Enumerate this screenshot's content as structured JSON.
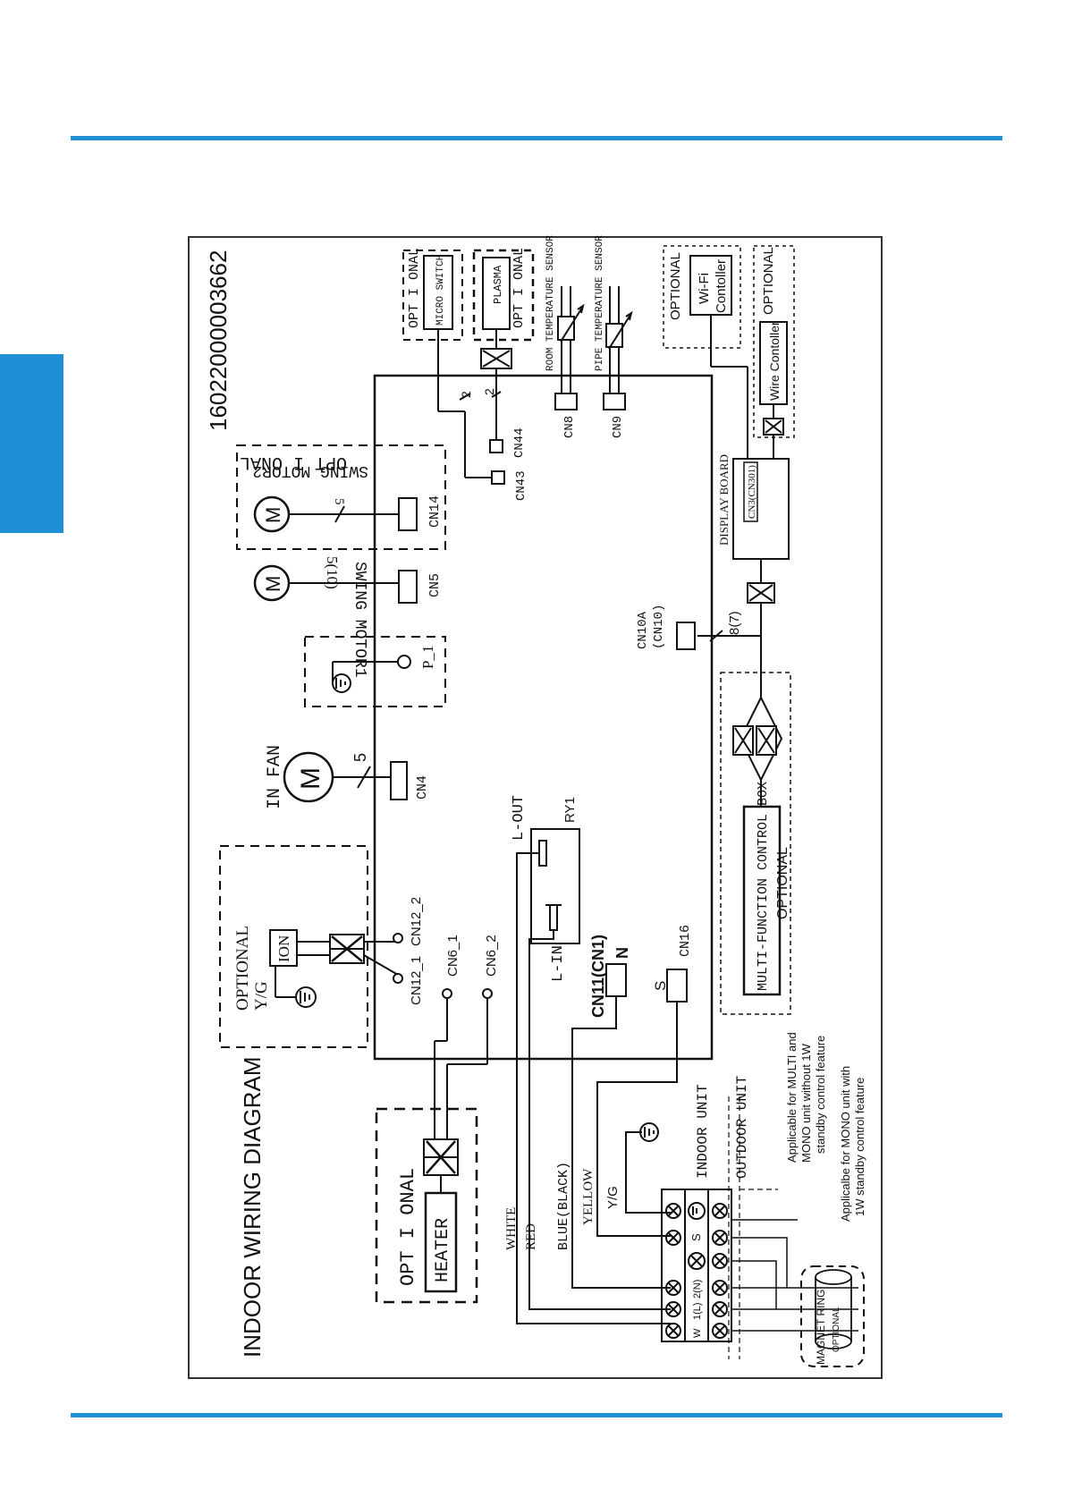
{
  "page": {
    "accent_color": "#1e8fd5"
  },
  "diagram": {
    "part_number": "16022000003662",
    "title": "INDOOR WIRING DIAGRAM",
    "labels": {
      "optional": "OPTIONAL",
      "optional_spaced": "OPT I ONAL",
      "optional_micro": "OPT I ONAL",
      "optional_plasma": "OPT I ONAL",
      "optional_swing2": "OPT I ONAL",
      "optional_wifi": "OPTIONAL",
      "optional_wire": "OPTIONAL",
      "optional_mfcb": "OPTIONAL",
      "optional_ion": "OPTIONAL",
      "optional_magnet": "OPTIONAL",
      "heater": "HEATER",
      "micro_switch": "MICRO SWITCH",
      "plasma": "PLASMA",
      "room_temp_sensor": "ROOM TEMPERATURE SENSOR",
      "pipe_temp_sensor": "PIPE TEMPERATURE SENSOR",
      "wifi": "Wi-Fi",
      "wifi_controller": "Contoller",
      "wire_controller": "Wire Contoller",
      "display_board": "DISPLAY BOARD",
      "display_conn": "CN3(CN301)",
      "swing_motor1": "SWING MOTOR1",
      "swing_motor2": "SWING MOTOR2",
      "in_fan": "IN FAN",
      "motor_symbol": "M",
      "ion": "ION",
      "yg": "Y/G",
      "yg2": "Y/G",
      "p1": "P_1",
      "mfcb": "MULTI-FUNCTION CONTROL BOX",
      "l_out": "L-OUT",
      "l_in": "L-IN",
      "ry1": "RY1",
      "cn4": "CN4",
      "cn5": "CN5",
      "cn14": "CN14",
      "cn43": "CN43",
      "cn44": "CN44",
      "cn8": "CN8",
      "cn9": "CN9",
      "cn10a": "CN10A",
      "cn10": "(CN10)",
      "cn12_1": "CN12_1",
      "cn12_2": "CN12_2",
      "cn6_1": "CN6_1",
      "cn6_2": "CN6_2",
      "cn11": "CN11(CN1)",
      "cn16": "CN16",
      "n": "N",
      "s": "S",
      "wire_count_5": "5",
      "wire_count_5b": "5",
      "wire_count_510": "5(10)",
      "wire_count_2a": "2",
      "wire_count_2b": "2",
      "wire_count_87": "8(7)",
      "white": "WHITE",
      "red": "RED",
      "blue_black": "BLUE(BLACK)",
      "yellow": "YELLOW",
      "indoor_unit": "INDOOR UNIT",
      "outdoor_unit": "OUTDOOR UNIT",
      "terminal_w": "W",
      "terminal_1l": "1(L)",
      "terminal_2n": "2(N)",
      "terminal_s": "S",
      "note_multi": "Applicable for MULTI and MONO unit without 1W standby control feature",
      "note_multi_1": "Applicable for MULTI and",
      "note_multi_2": "MONO unit without 1W",
      "note_multi_3": "standby control feature",
      "note_mono_1": "Applicalbe for MONO unit with",
      "note_mono_2": "1W standby control feature",
      "magnet_ring": "MAGNET RING"
    }
  }
}
